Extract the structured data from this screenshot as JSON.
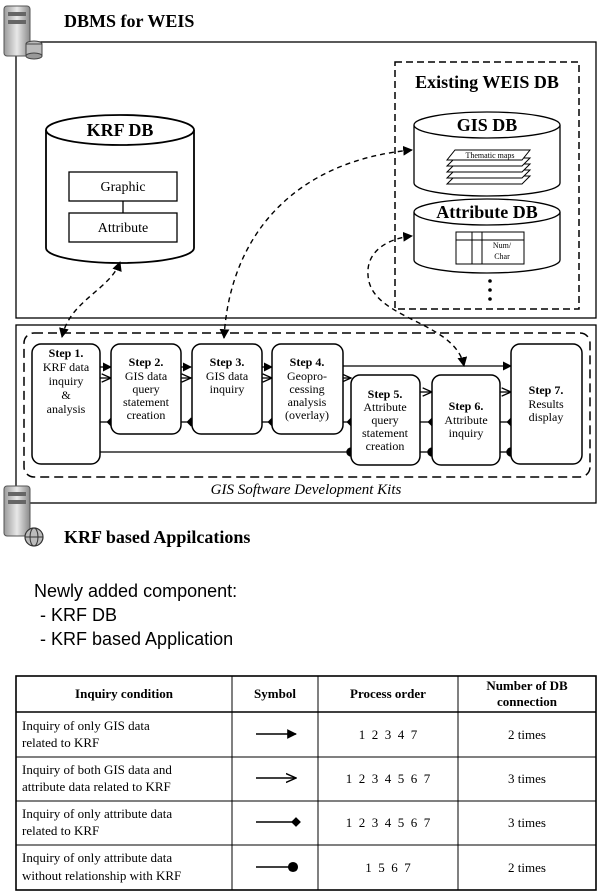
{
  "dbms_title": "DBMS for WEIS",
  "apps_title": "KRF based Appilcations",
  "existing_db": {
    "title": "Existing WEIS DB",
    "gis_db": "GIS DB",
    "thematic_maps": "Thematic maps",
    "attribute_db": "Attribute DB",
    "num_char": [
      "Num/",
      "Char"
    ],
    "more": "⋮"
  },
  "krf_db": {
    "title": "KRF DB",
    "graphic": "Graphic",
    "attribute": "Attribute"
  },
  "steps": [
    {
      "label": "Step 1.",
      "lines": [
        "KRF data",
        "inquiry",
        "&",
        "analysis"
      ]
    },
    {
      "label": "Step 2.",
      "lines": [
        "GIS data",
        "query",
        "statement",
        "creation"
      ]
    },
    {
      "label": "Step 3.",
      "lines": [
        "GIS data",
        "inquiry"
      ]
    },
    {
      "label": "Step 4.",
      "lines": [
        "Geopro-",
        "cessing",
        "analysis",
        "(overlay)"
      ]
    },
    {
      "label": "Step 5.",
      "lines": [
        "Attribute",
        "query",
        "statement",
        "creation"
      ]
    },
    {
      "label": "Step 6.",
      "lines": [
        "Attribute",
        "inquiry"
      ]
    },
    {
      "label": "Step 7.",
      "lines": [
        "Results",
        "display"
      ]
    }
  ],
  "sdk_label": "GIS Software Development Kits",
  "notes": {
    "heading": "Newly added component:",
    "items": [
      "- KRF DB",
      "- KRF based Application"
    ]
  },
  "table": {
    "headers": [
      "Inquiry condition",
      "Symbol",
      "Process order",
      "Number of DB",
      "connection"
    ],
    "rows": [
      {
        "condition": [
          "Inquiry of only GIS data",
          "related to KRF"
        ],
        "symbol": "filled-arrow",
        "order": "1  2  3  4  7",
        "count": "2 times"
      },
      {
        "condition": [
          "Inquiry of both GIS data  and",
          "attribute data related to KRF"
        ],
        "symbol": "open-arrow",
        "order": "1  2  3  4  5  6  7",
        "count": "3 times"
      },
      {
        "condition": [
          "Inquiry of only attribute data",
          "related to KRF"
        ],
        "symbol": "diamond",
        "order": "1  2  3  4  5  6  7",
        "count": "3 times"
      },
      {
        "condition": [
          "Inquiry of only attribute data",
          "without relationship with KRF"
        ],
        "symbol": "dot",
        "order": "1  5  6  7",
        "count": "2 times"
      }
    ]
  },
  "colors": {
    "line": "#000000",
    "fill": "#ffffff",
    "shade": "#d9d9d9",
    "server": "#c8c8c8"
  }
}
